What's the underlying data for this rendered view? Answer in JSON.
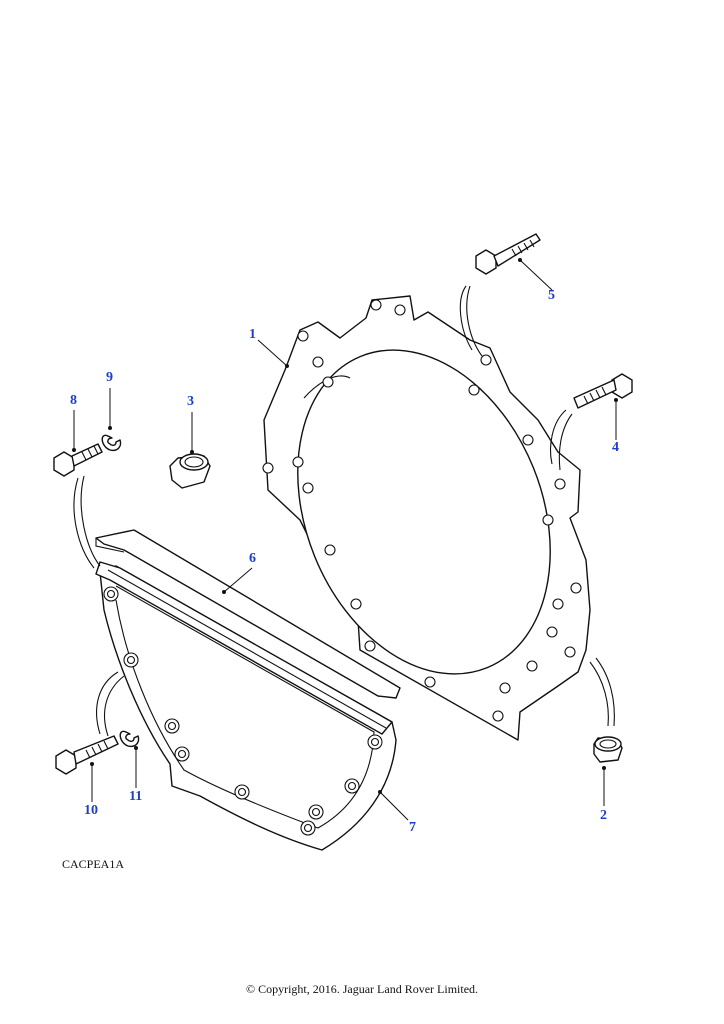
{
  "diagram": {
    "callouts": [
      "1",
      "2",
      "3",
      "4",
      "5",
      "6",
      "7",
      "8",
      "9",
      "10",
      "11"
    ],
    "image_code": "CACPEA1A"
  },
  "footer": {
    "copyright": "© Copyright, 2016. Jaguar Land Rover Limited."
  }
}
